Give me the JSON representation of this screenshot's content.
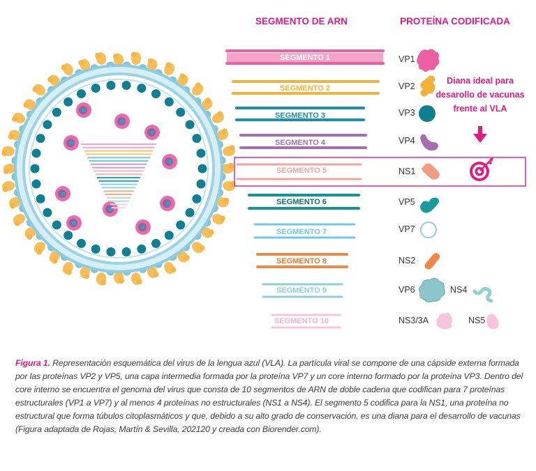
{
  "headers": {
    "segments": "SEGMENTO DE ARN",
    "proteins": "PROTEÍNA CODIFICADA"
  },
  "colors": {
    "accent": "#e3197f",
    "capsid": "#8ccbe0",
    "core_dot": "#0f7f93",
    "vp2_yellow": "#f8bf58",
    "vp3": "#0e7f93"
  },
  "segments": [
    {
      "label": "SEGMENTO 1",
      "color": "#ec5fa0",
      "protein": "VP1"
    },
    {
      "label": "SEGMENTO 2",
      "color": "#f4b23a",
      "protein": "VP2"
    },
    {
      "label": "SEGMENTO 3",
      "color": "#1c8fae",
      "protein": "VP3"
    },
    {
      "label": "SEGMENTO 4",
      "color": "#a66db0",
      "protein": "VP4"
    },
    {
      "label": "SEGMENTO 5",
      "color": "#f2a3a0",
      "protein": "NS1"
    },
    {
      "label": "SEGMENTO 6",
      "color": "#13949a",
      "protein": "VP5"
    },
    {
      "label": "SEGMENTO 7",
      "color": "#6dc8ea",
      "protein": "VP7"
    },
    {
      "label": "SEGMENTO 8",
      "color": "#ee8844",
      "protein": "NS2"
    },
    {
      "label": "SEGMENTO 9",
      "color": "#8fd0d3",
      "protein": "VP6"
    },
    {
      "label": "SEGMENTO 10",
      "color": "#f7c6da",
      "protein": "NS3/3A"
    }
  ],
  "extra_proteins": {
    "ns4": "NS4",
    "ns5": "NS5"
  },
  "target": {
    "line1": "Diana ideal para",
    "line2": "desarollo de vacunas",
    "line3": "frente al VLA"
  },
  "caption": {
    "label": "Figura 1.",
    "text": " Representación esquemática del virus de la lengua azul (VLA). La partícula viral se compone de una cápside externa formada por las proteínas VP2 y VP5, una capa intermedia formada por la proteína VP7 y un core interno formado por la proteína VP3. Dentro del core interno se encuentra el genoma del virus que consta de 10 segmentos de ARN de doble cadena que codifican para 7 proteínas estructurales (VP1 a VP7) y al menos 4 proteínas no estructurales (NS1 a NS4). El segmento 5 codifica para la NS1, una proteína no estructural que forma túbulos citoplasmáticos y que, debido a su alto grado de conservación, es una diana para el desarrollo de vacunas (Figura adaptada de Rojas, Martín & Sevilla, 202120 y creada con Biorender.com)."
  }
}
